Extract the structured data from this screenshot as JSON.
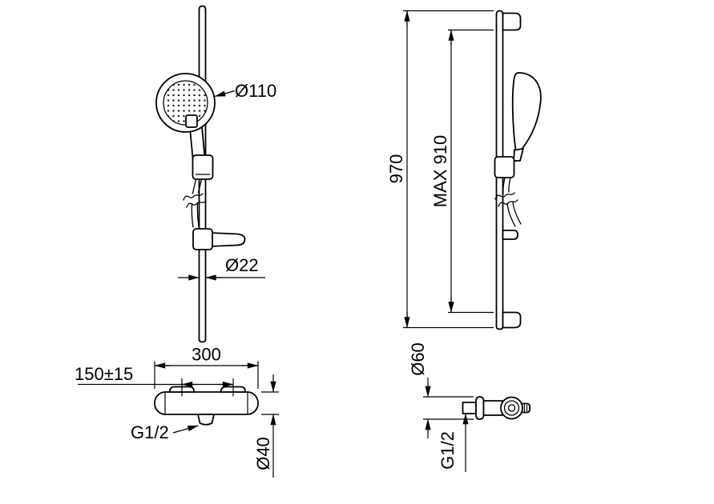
{
  "colors": {
    "background": "#ffffff",
    "line": "#000000"
  },
  "views": {
    "shower_front": {
      "dims": {
        "head_diameter": "Ø110",
        "rail_diameter": "Ø22"
      }
    },
    "shower_side": {
      "dims": {
        "total_height": "970",
        "max_height": "MAX 910"
      }
    },
    "mixer_front": {
      "dims": {
        "width": "300",
        "inlet_spacing": "150±15",
        "outlet_thread": "G1/2",
        "body_diameter": "Ø40"
      }
    },
    "mixer_side": {
      "dims": {
        "flange_diameter": "Ø60",
        "inlet_thread": "G1/2"
      }
    }
  }
}
